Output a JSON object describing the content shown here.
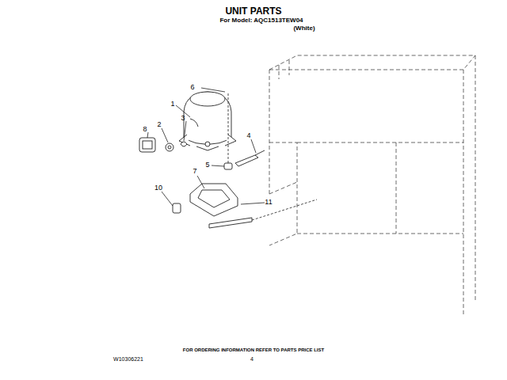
{
  "diagram": {
    "title": "UNIT PARTS",
    "labels": [
      "For Model: AQC1513TEW04",
      "(White)",
      "6",
      "1",
      "3",
      "8",
      "2",
      "4",
      "5",
      "7",
      "10",
      "11",
      "FOR ORDERING INFORMATION REFER TO PARTS PRICE LIST",
      "W10306221",
      "4"
    ]
  }
}
